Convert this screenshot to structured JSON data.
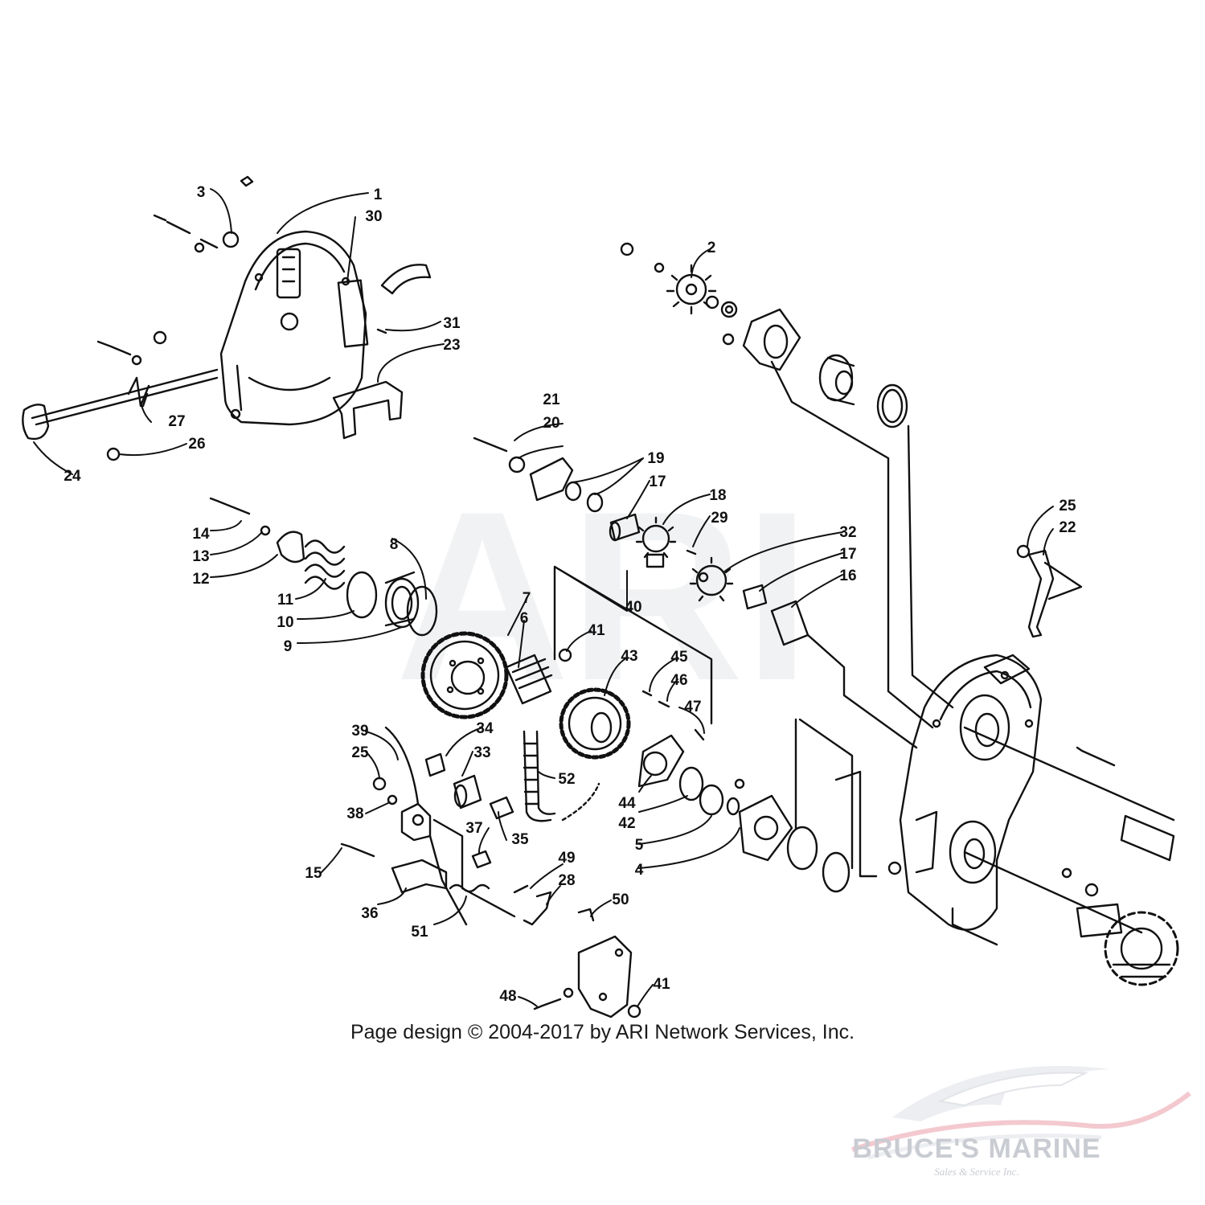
{
  "watermark": "ARI",
  "copyright": "Page design © 2004-2017 by ARI Network Services, Inc.",
  "brand": {
    "name": "BRUCE'S MARINE",
    "tagline": "Sales & Service Inc."
  },
  "callouts": [
    "1",
    "2",
    "3",
    "4",
    "5",
    "6",
    "7",
    "8",
    "9",
    "10",
    "11",
    "12",
    "13",
    "14",
    "15",
    "16",
    "17",
    "17",
    "18",
    "19",
    "20",
    "21",
    "22",
    "23",
    "24",
    "25",
    "25",
    "26",
    "27",
    "28",
    "29",
    "30",
    "31",
    "32",
    "33",
    "34",
    "35",
    "36",
    "37",
    "38",
    "39",
    "40",
    "41",
    "41",
    "42",
    "43",
    "44",
    "45",
    "46",
    "47",
    "48",
    "49",
    "50",
    "51",
    "52"
  ],
  "colors": {
    "ink": "#111111",
    "watermark": "#f1f2f3",
    "logo": "#c9ccd2",
    "logo_accent": "#f3c9cf"
  }
}
